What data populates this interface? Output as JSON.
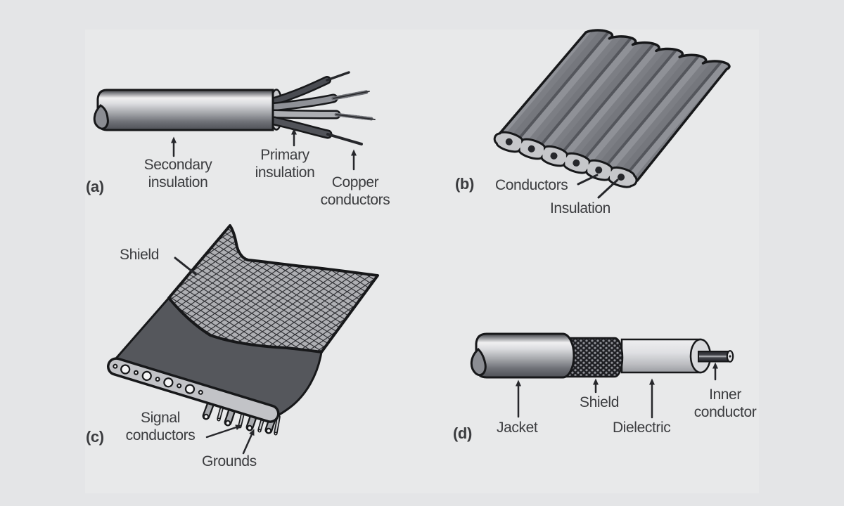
{
  "figure": {
    "background_color": "#e4e5e7",
    "panel_color": "#e8e9ea",
    "ink_color": "#17181a",
    "text_color": "#3b3c3f",
    "grays": {
      "cable_highlight": "#f0f0f1",
      "cable_mid": "#abadb1",
      "cable_dark": "#4e5056",
      "insulation_light": "#c9cacd",
      "shield_mesh_base": "#aeafb3",
      "shield_dark_layer": "#55575c",
      "braid_dark": "#1f2024",
      "ribbon_base": "#75777d"
    },
    "panels": {
      "a": {
        "tag": "(a)",
        "labels": {
          "secondary": "Secondary insulation",
          "primary": "Primary insulation",
          "copper": "Copper conductors"
        }
      },
      "b": {
        "tag": "(b)",
        "labels": {
          "conductors": "Conductors",
          "insulation": "Insulation"
        }
      },
      "c": {
        "tag": "(c)",
        "labels": {
          "shield": "Shield",
          "signal": "Signal conductors",
          "grounds": "Grounds"
        }
      },
      "d": {
        "tag": "(d)",
        "labels": {
          "jacket": "Jacket",
          "shield": "Shield",
          "dielectric": "Dielectric",
          "inner": "Inner conductor"
        }
      }
    }
  }
}
